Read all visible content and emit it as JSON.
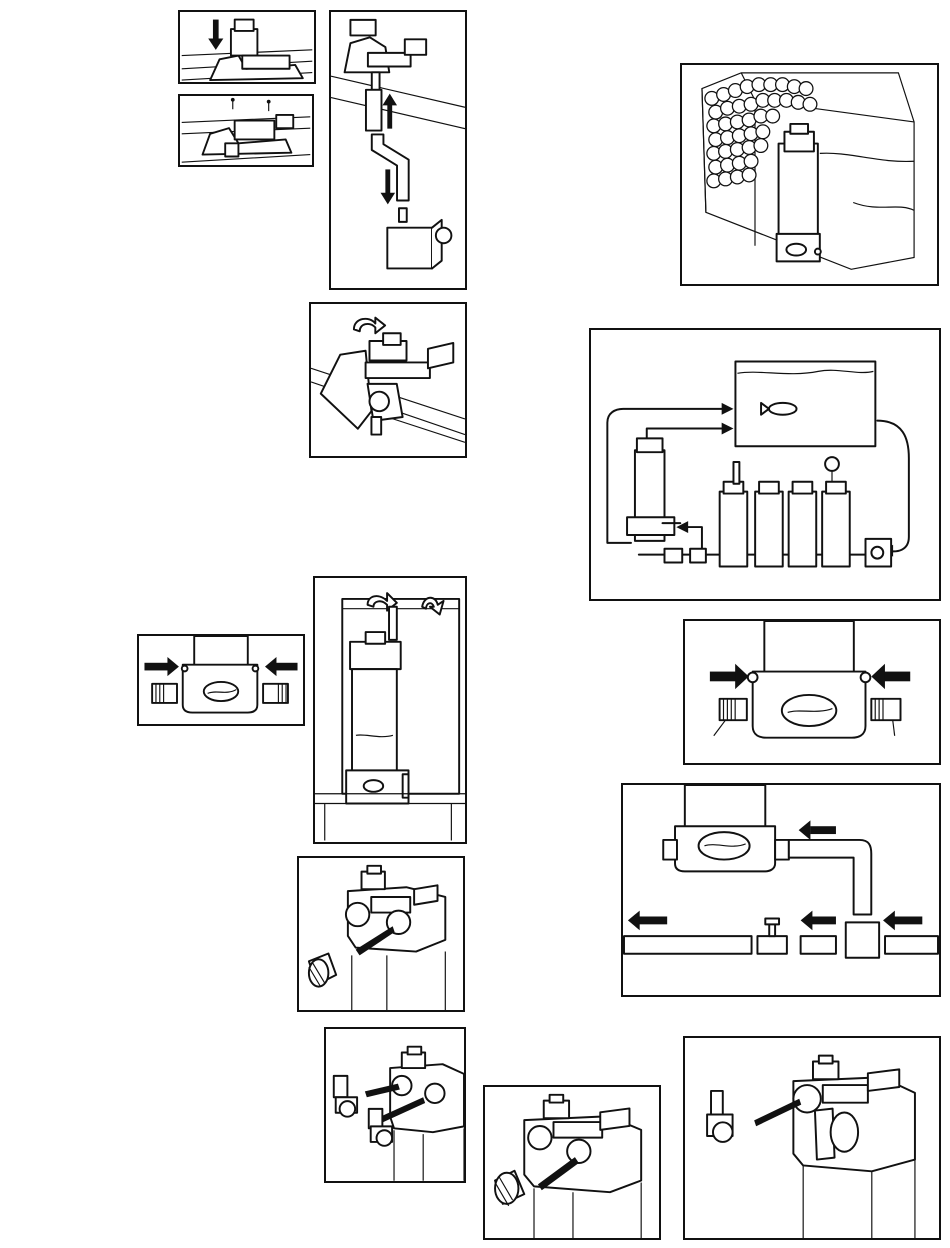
{
  "document": {
    "figures": [
      {
        "id": "fig-a",
        "subject": "top-cap-insertion"
      },
      {
        "id": "fig-b",
        "subject": "cap-screws"
      },
      {
        "id": "fig-c",
        "subject": "siphon-tube-and-prefilter"
      },
      {
        "id": "fig-d",
        "subject": "hang-on-rotate"
      },
      {
        "id": "fig-e",
        "subject": "canister-in-tank-with-media"
      },
      {
        "id": "fig-f",
        "subject": "plumbing-flow-diagram"
      },
      {
        "id": "fig-g",
        "subject": "base-fittings-small"
      },
      {
        "id": "fig-h",
        "subject": "canister-under-tank"
      },
      {
        "id": "fig-i",
        "subject": "base-fittings-large"
      },
      {
        "id": "fig-j",
        "subject": "tee-bypass-plumbing"
      },
      {
        "id": "fig-k",
        "subject": "hose-adapter-insert"
      },
      {
        "id": "fig-l",
        "subject": "valve-insert-pair"
      },
      {
        "id": "fig-m",
        "subject": "plug-insert"
      },
      {
        "id": "fig-n",
        "subject": "barbed-fitting-insert"
      }
    ],
    "colors": {
      "ink": "#111111",
      "paper": "#ffffff"
    }
  }
}
